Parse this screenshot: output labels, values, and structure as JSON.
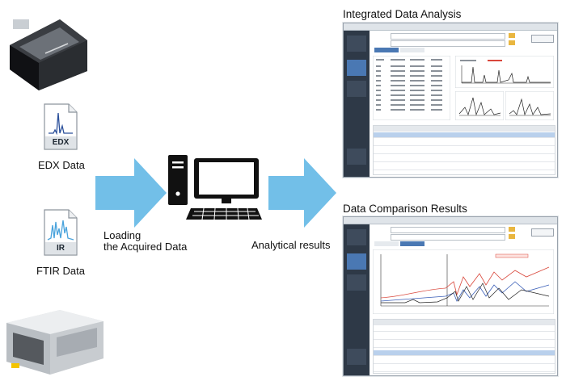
{
  "labels": {
    "edx_data": "EDX Data",
    "ftir_data": "FTIR Data",
    "loading_line1": "Loading",
    "loading_line2": "the Acquired Data",
    "analytical_results": "Analytical results",
    "integrated_title": "Integrated Data Analysis",
    "comparison_title": "Data Comparison Results"
  },
  "icons": {
    "edx_doc": "EDX",
    "ir_doc": "IR"
  },
  "colors": {
    "arrow": "#72bfe8",
    "doc_border": "#8c949c",
    "doc_label_bg": "#dfe3e7",
    "spectrum": "#2a4f9a",
    "sidebar": "#2e3947",
    "accent": "#4a78b3",
    "trace_red": "#d9473b",
    "trace_blue": "#3b5fb8",
    "trace_black": "#222222"
  }
}
